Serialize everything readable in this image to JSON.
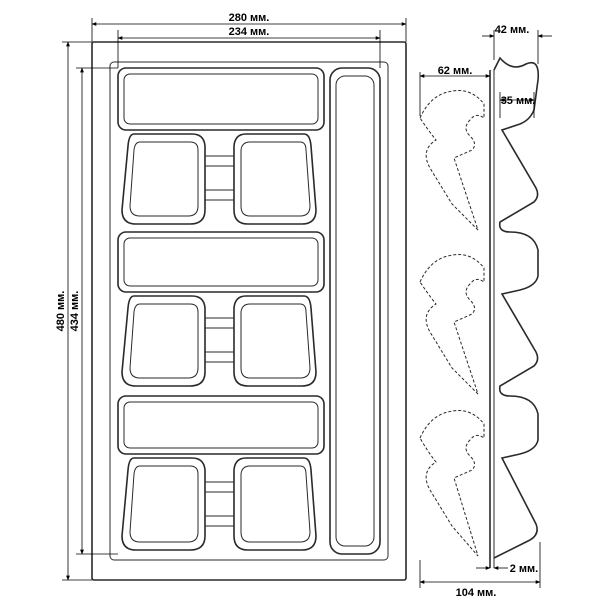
{
  "dimensions": {
    "outer_width": "280 мм.",
    "inner_width": "234 мм.",
    "outer_height": "480 мм.",
    "inner_height": "434 мм.",
    "side_top": "42 мм.",
    "side_step": "35 мм.",
    "side_depth": "62 мм.",
    "side_wall": "2 мм.",
    "side_total": "104 мм."
  }
}
